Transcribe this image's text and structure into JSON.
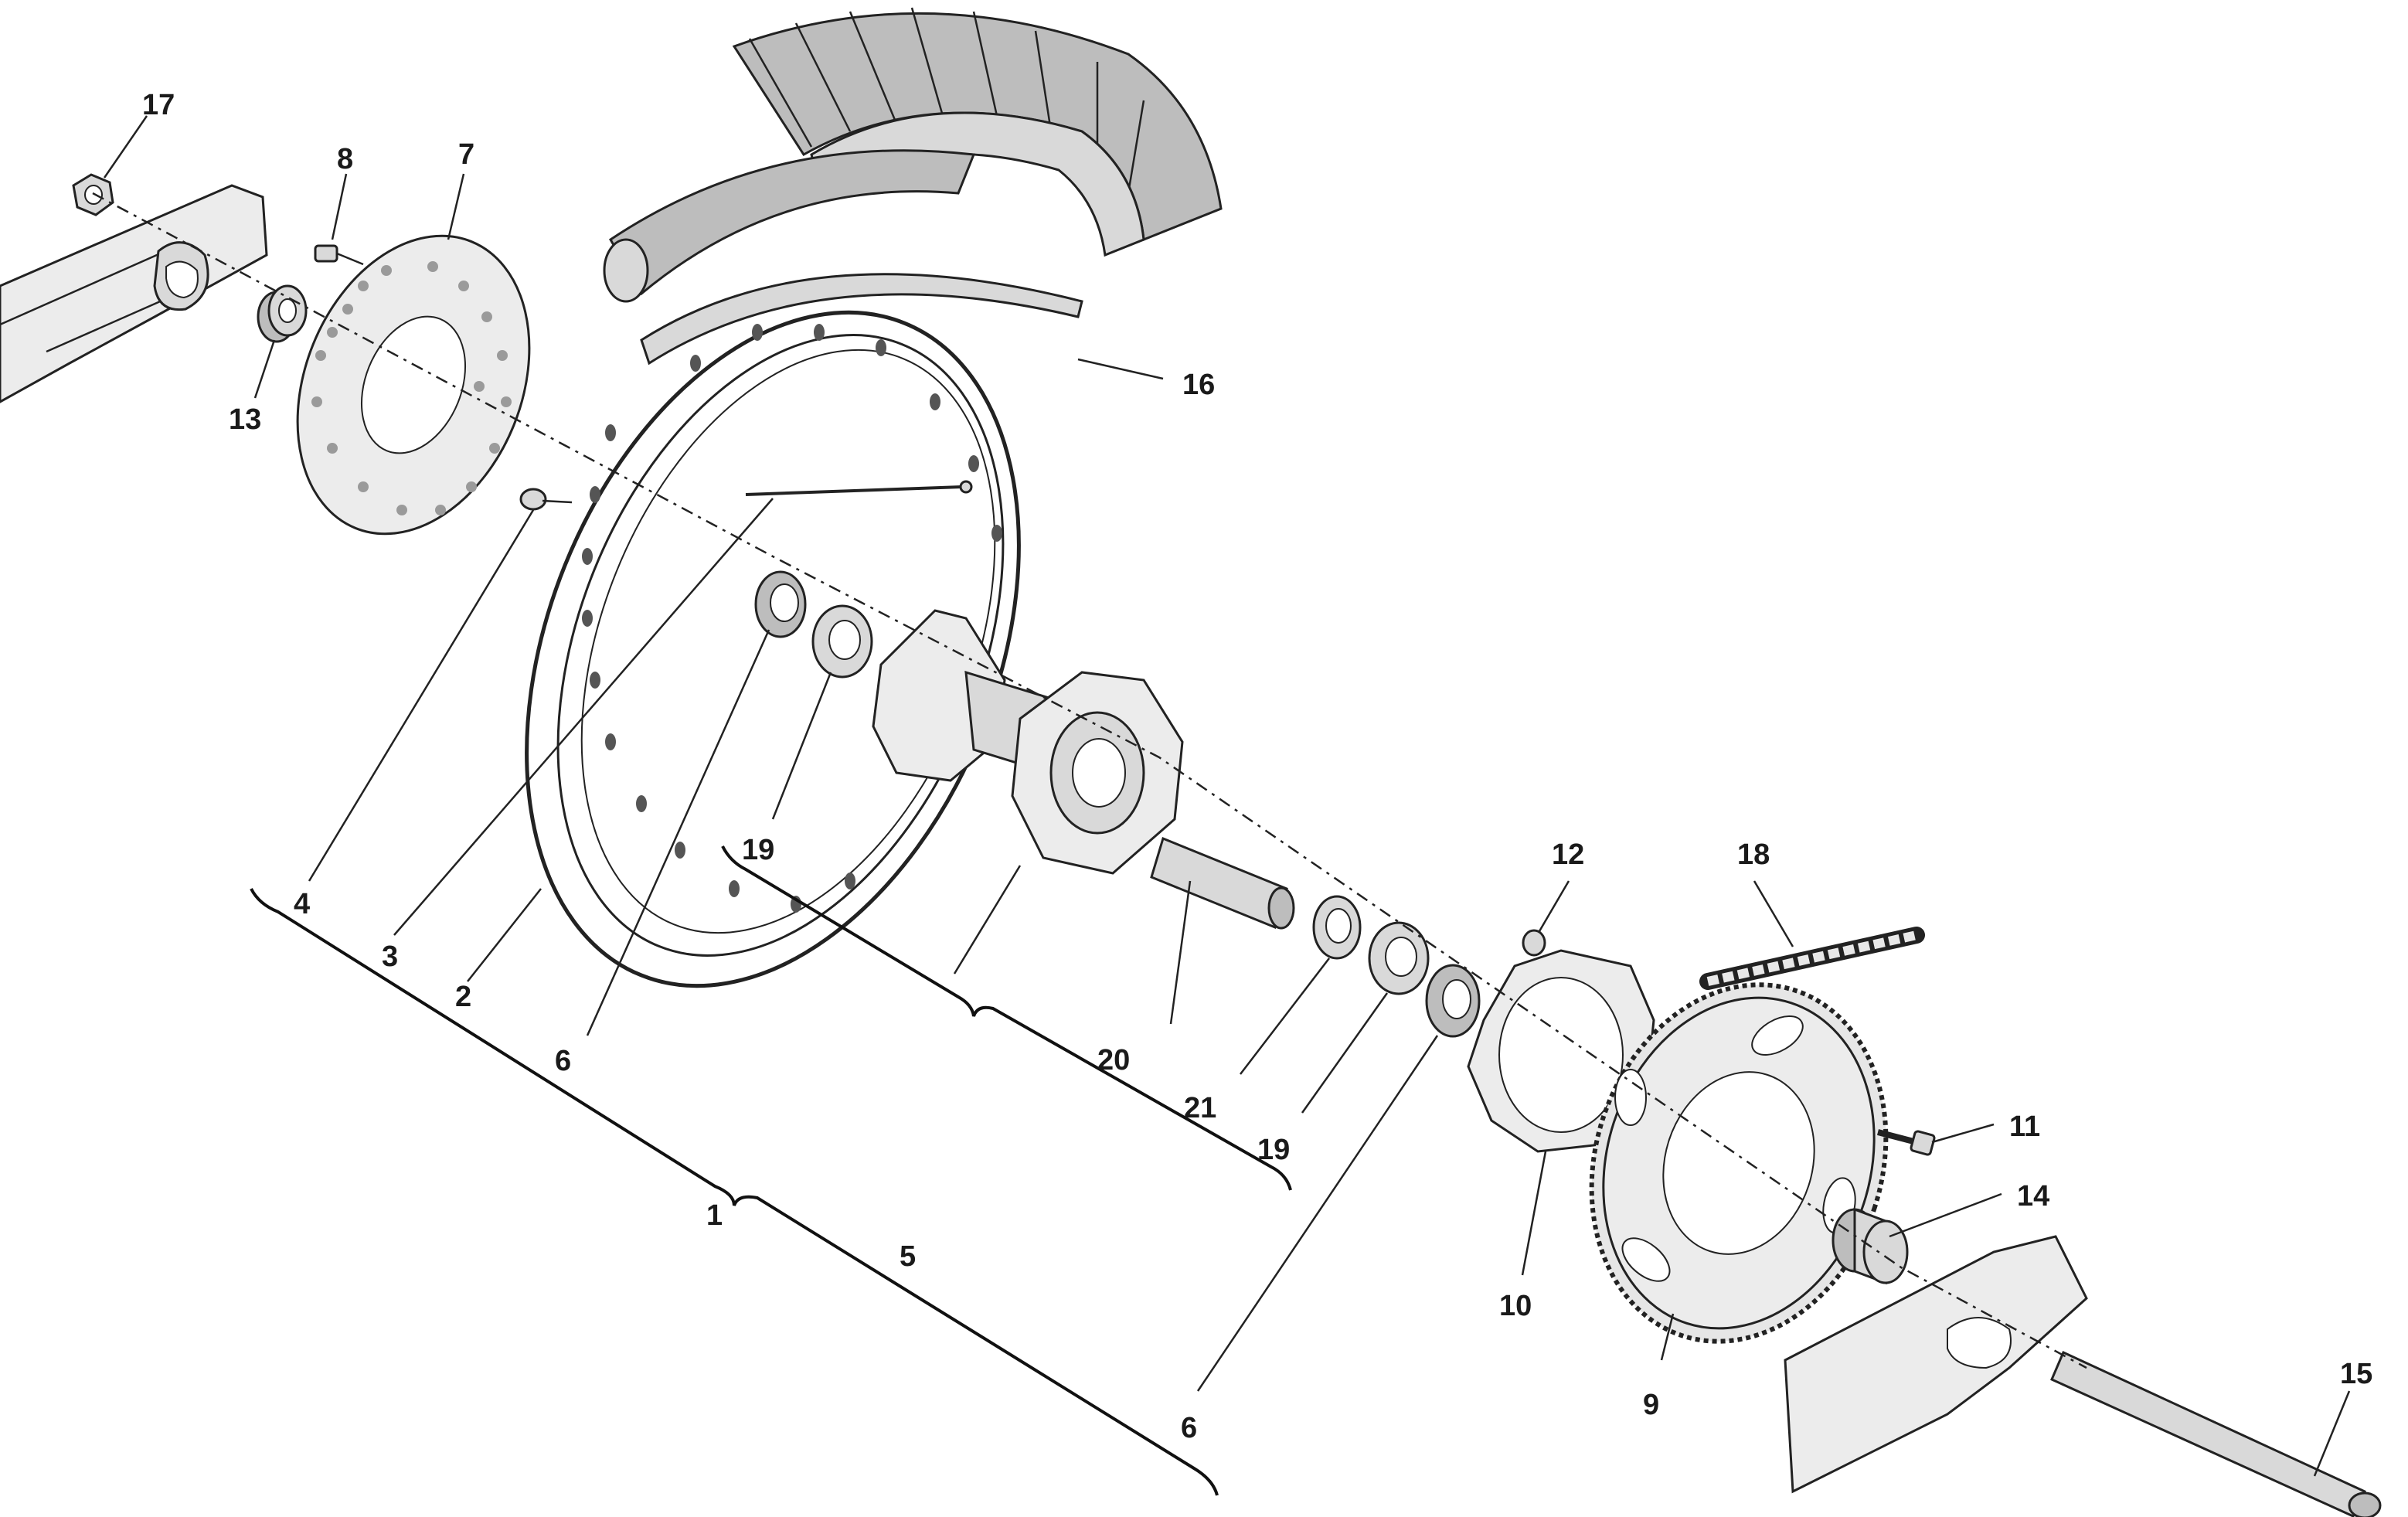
{
  "callouts": {
    "c1": "1",
    "c2": "2",
    "c3": "3",
    "c4": "4",
    "c5": "5",
    "c6a": "6",
    "c6b": "6",
    "c7": "7",
    "c8": "8",
    "c9": "9",
    "c10": "10",
    "c11": "11",
    "c12": "12",
    "c13": "13",
    "c14": "14",
    "c15": "15",
    "c16": "16",
    "c17": "17",
    "c18": "18",
    "c19a": "19",
    "c19b": "19",
    "c20": "20",
    "c21": "21"
  }
}
